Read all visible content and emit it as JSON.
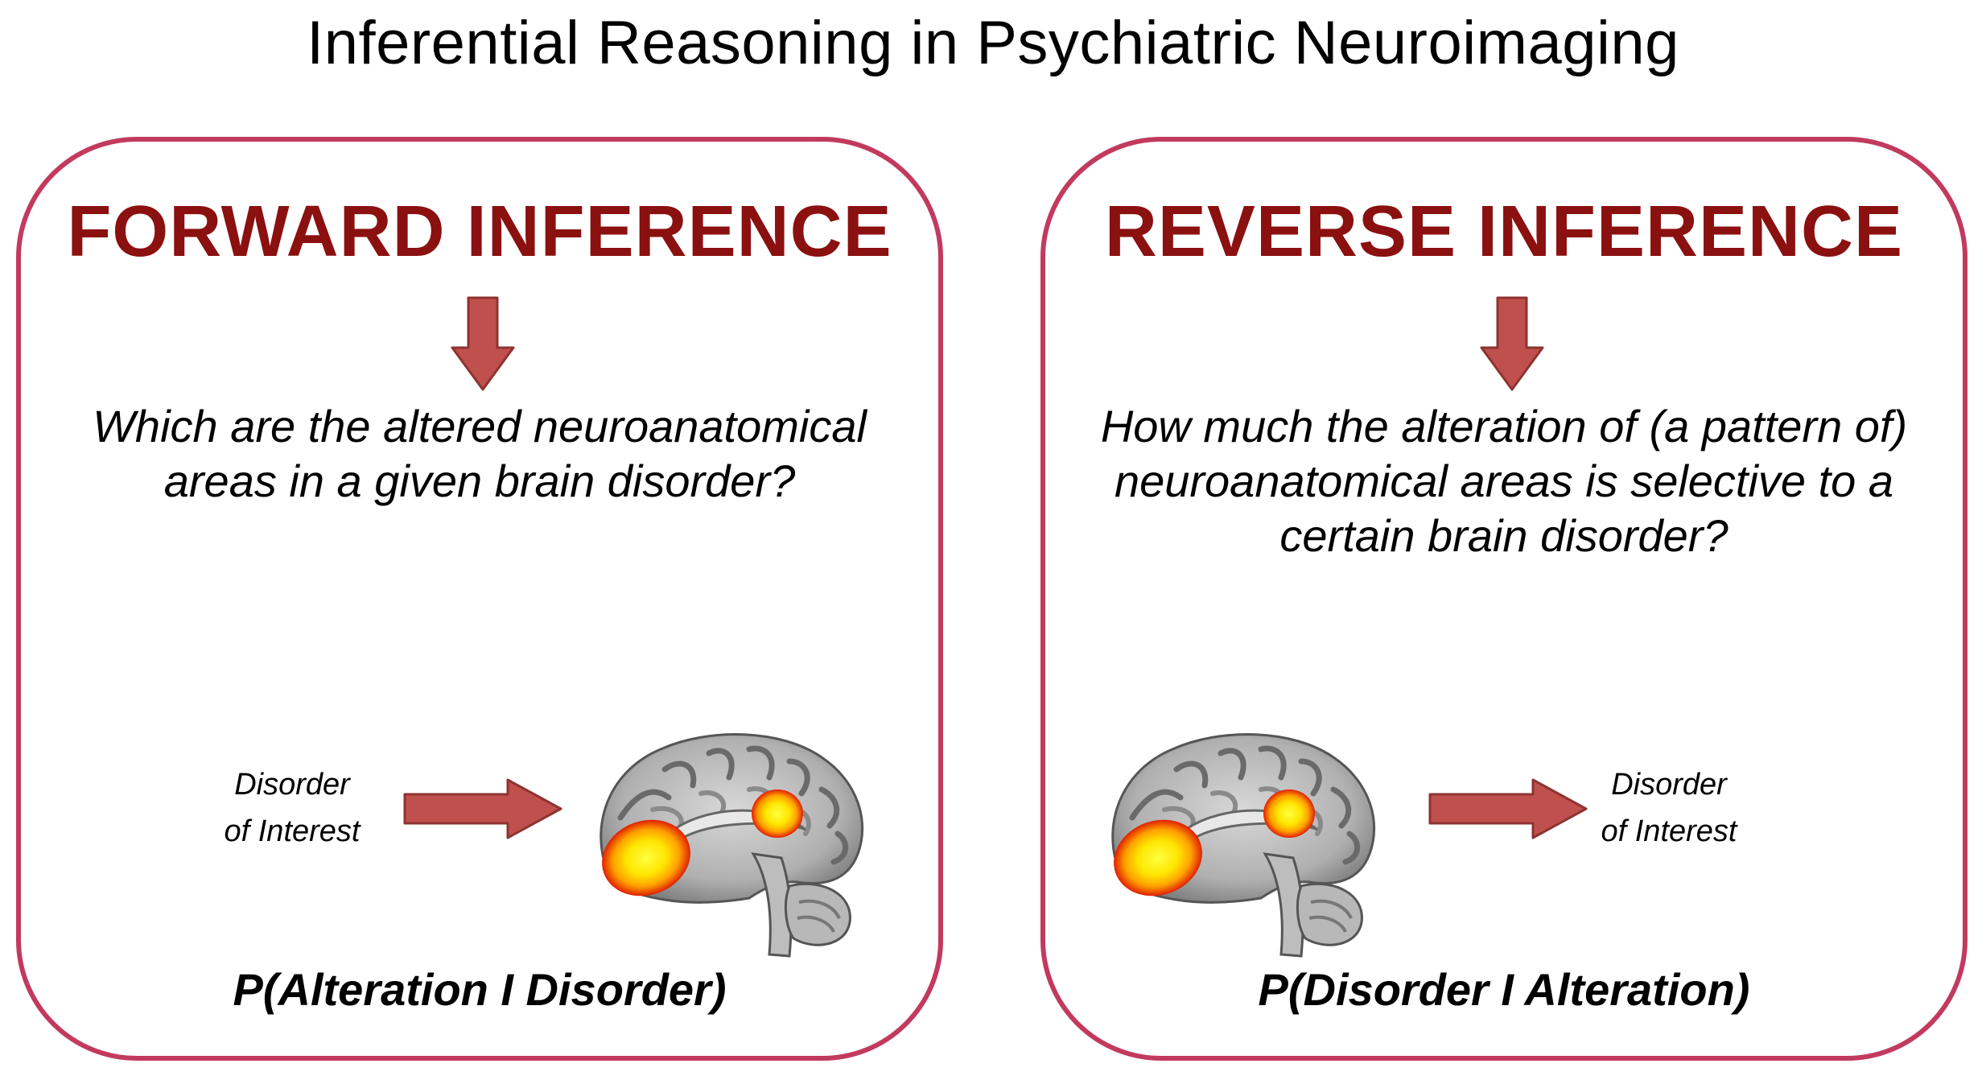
{
  "title": "Inferential Reasoning in Psychiatric Neuroimaging",
  "colors": {
    "panel_border": "#c23a5e",
    "heading": "#8b1010",
    "arrow_fill": "#c0504d",
    "arrow_stroke": "#8e3331",
    "activation": "#ffe600"
  },
  "forward": {
    "heading": "FORWARD INFERENCE",
    "question_lines": [
      "Which are the altered neuroanatomical",
      "areas in a given brain disorder?"
    ],
    "disorder_lines": [
      "Disorder",
      "of Interest"
    ],
    "formula": "P(Alteration I Disorder)",
    "brain_icon": "brain-sagittal-icon"
  },
  "reverse": {
    "heading": "REVERSE INFERENCE",
    "question_lines": [
      "How much the alteration of (a pattern of)",
      "neuroanatomical  areas is selective to a",
      "certain brain disorder?"
    ],
    "disorder_lines": [
      "Disorder",
      "of Interest"
    ],
    "formula": "P(Disorder I Alteration)",
    "brain_icon": "brain-sagittal-icon"
  }
}
